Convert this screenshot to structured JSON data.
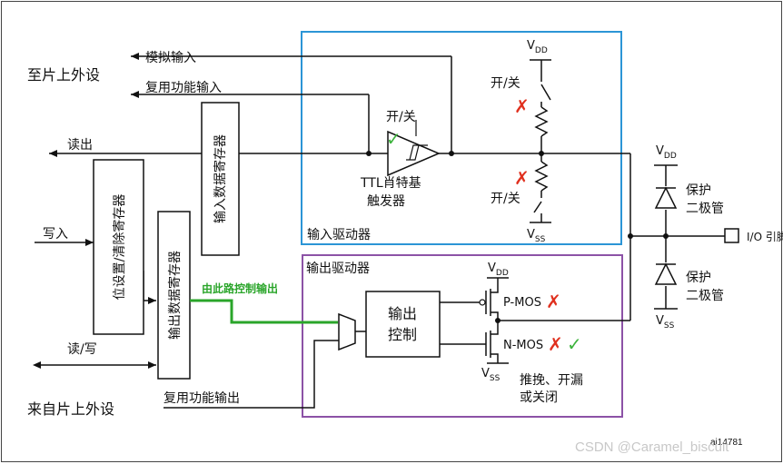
{
  "labels": {
    "peripheral_in": "至片上外设",
    "analog_input": "模拟输入",
    "alt_func_input": "复用功能输入",
    "read": "读出",
    "write": "写入",
    "read_write": "读/写",
    "from_peripheral": "来自片上外设",
    "alt_func_output": "复用功能输出",
    "input_data_reg": "输入数据寄存器",
    "bit_set_reset_reg": "位设置/清除寄存器",
    "output_data_reg": "输出数据寄存器",
    "path_note": "由此路控制输出",
    "switch_schmitt": "开/关",
    "ttl_schmitt_line1": "TTL肖特基",
    "ttl_schmitt_line2": "触发器",
    "input_driver": "输入驱动器",
    "output_driver": "输出驱动器",
    "switch_pullup": "开/关",
    "switch_pulldown": "开/关",
    "vdd_pull": "V",
    "vdd_pull_sub": "DD",
    "vss_pull": "V",
    "vss_pull_sub": "SS",
    "vdd_diode": "V",
    "vdd_diode_sub": "DD",
    "vss_diode": "V",
    "vss_diode_sub": "SS",
    "protect_diode_1a": "保护",
    "protect_diode_1b": "二极管",
    "protect_diode_2a": "保护",
    "protect_diode_2b": "二极管",
    "io_pin": "I/O 引脚",
    "output_control_1": "输出",
    "output_control_2": "控制",
    "vdd_mos": "V",
    "vdd_mos_sub": "DD",
    "vss_mos": "V",
    "vss_mos_sub": "SS",
    "pmos": "P-MOS",
    "nmos": "N-MOS",
    "mode_1": "推挽、开漏",
    "mode_2": "或关闭",
    "figure_id": "ai14781",
    "watermark": "CSDN @Caramel_biscuit"
  },
  "marks": {
    "check": "✓",
    "cross": "✗"
  },
  "colors": {
    "line": "#111111",
    "input_box": "#2b95d6",
    "output_box": "#8c52a6",
    "highlight": "#2aa52a",
    "cross": "#e0301e",
    "check": "#3db33d",
    "watermark": "#c8c8c8"
  }
}
